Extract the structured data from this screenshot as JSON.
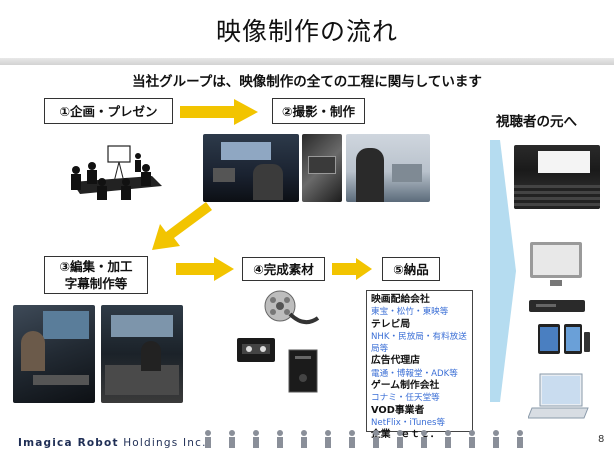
{
  "title": "映像制作の流れ",
  "subtitle": "当社グループは、映像制作の全ての工程に関与しています",
  "steps": {
    "s1": "①企画・プレゼン",
    "s2": "②撮影・制作",
    "s3a": "③編集・加工",
    "s3b": "字幕制作等",
    "s4": "④完成素材",
    "s5": "⑤納品"
  },
  "right_title": "視聴者の元へ",
  "distribution": [
    {
      "category": "映画配給会社",
      "detail": "東宝・松竹・東映等"
    },
    {
      "category": "テレビ局",
      "detail": "NHK・民放局・有料放送局等"
    },
    {
      "category": "広告代理店",
      "detail": "電通・博報堂・ADK等"
    },
    {
      "category": "ゲーム制作会社",
      "detail": "コナミ・任天堂等"
    },
    {
      "category": "VOD事業者",
      "detail": "NetFlix・iTunes等"
    },
    {
      "category": "企業　ｅｔｃ．",
      "detail": ""
    }
  ],
  "footer": {
    "brand_bold": "Imagica Robot",
    "brand_rest": " Holdings Inc."
  },
  "page_number": "8",
  "colors": {
    "arrow_yellow": "#f2c400",
    "arrow_blue": "#b5dcf0",
    "accent_blue": "#3b6fd6",
    "brand_navy": "#1f2e55"
  }
}
